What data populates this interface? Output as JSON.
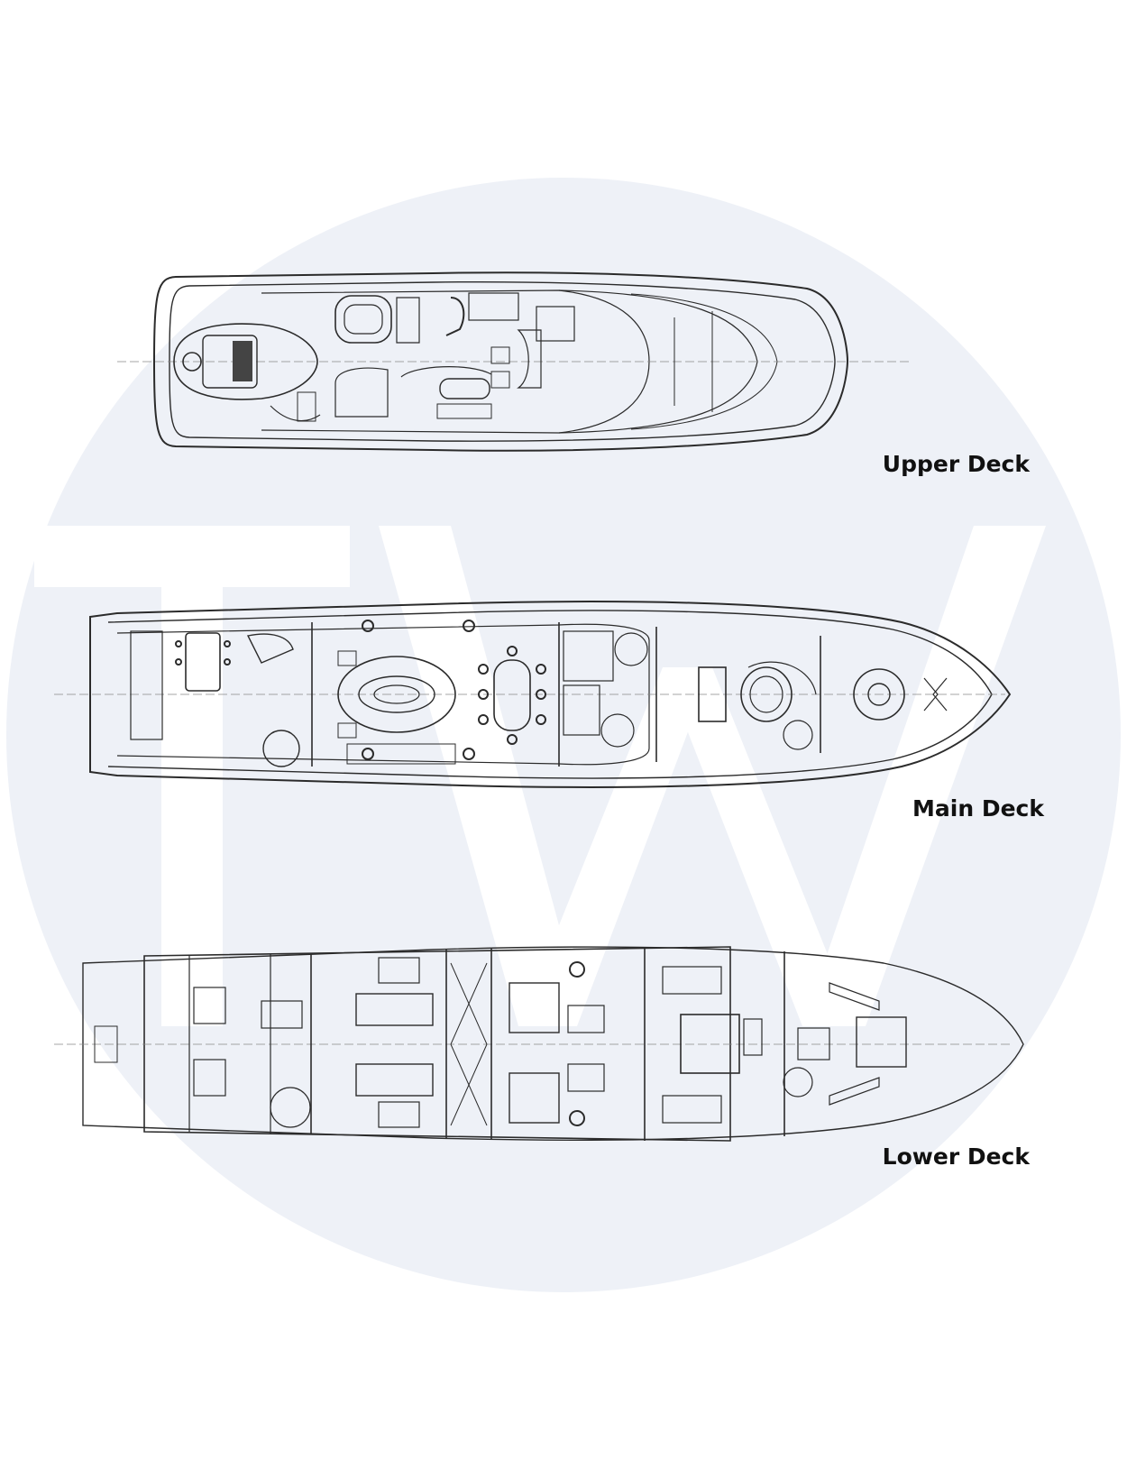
{
  "watermark": {
    "letters": "TW",
    "disc_color": "#eef1f7",
    "letter_color": "#ffffff"
  },
  "decks": {
    "upper": {
      "label": "Upper Deck"
    },
    "main": {
      "label": "Main Deck"
    },
    "lower": {
      "label": "Lower Deck"
    }
  },
  "colors": {
    "line": "#2b2b2b",
    "fine_line": "#555555",
    "label": "#111111"
  }
}
